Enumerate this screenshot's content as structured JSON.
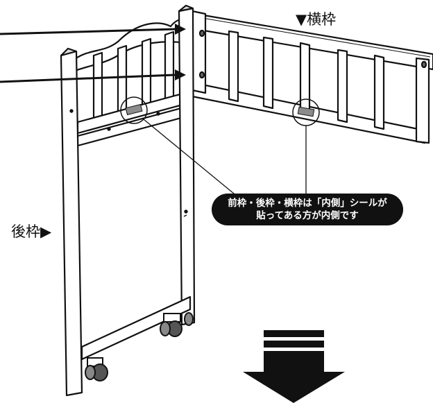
{
  "labels": {
    "side_frame": "▼横枠",
    "back_frame": "後枠▶",
    "callout_line1": "前枠・後枠・横枠は「内側」シールが",
    "callout_line2": "貼ってある方が内側です"
  },
  "colors": {
    "ink": "#111111",
    "frame_fill": "#ffffff",
    "arrow_gray": "#9a9a9a",
    "sticker_gray": "#8c8c8c",
    "caster": "#555555"
  },
  "icons": {
    "down_arrow": "down-arrow-icon",
    "sticker": "inside-sticker-icon"
  }
}
